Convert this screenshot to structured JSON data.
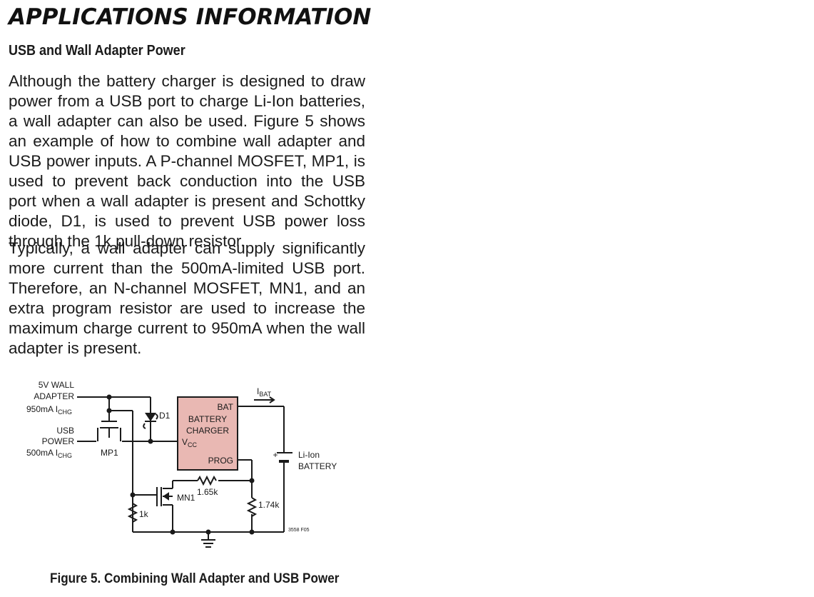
{
  "section_heading": "APPLICATIONS INFORMATION",
  "subheading": "USB and Wall Adapter Power",
  "paragraphs": [
    "Although the battery charger is designed to draw power from a USB port to charge Li-Ion batteries, a wall adapter can also be used. Figure 5 shows an example of how to combine wall adapter and USB power inputs. A P-channel MOSFET, MP1, is used to prevent back conduction into the USB port when a wall adapter is present and Schottky diode, D1, is used to prevent USB power loss through the 1k pull-down resistor.",
    "Typically, a wall adapter can supply significantly more current than the 500mA-limited USB port. Therefore, an N-channel MOSFET, MN1, and an extra program resistor are used to increase the maximum charge current to 950mA when the wall adapter is present."
  ],
  "figure": {
    "wall_label_1": "5V WALL",
    "wall_label_2": "ADAPTER",
    "wall_current": "950mA I",
    "wall_current_sub": "CHG",
    "usb_label_1": "USB",
    "usb_label_2": "POWER",
    "usb_current": "500mA I",
    "usb_current_sub": "CHG",
    "mp1": "MP1",
    "d1": "D1",
    "chip_line_1": "BATTERY",
    "chip_line_2": "CHARGER",
    "pin_bat": "BAT",
    "pin_vcc": "V",
    "pin_vcc_sub": "CC",
    "pin_prog": "PROG",
    "ibat": "I",
    "ibat_sub": "BAT",
    "battery_plus": "+",
    "battery_label_1": "Li-Ion",
    "battery_label_2": "BATTERY",
    "mn1": "MN1",
    "r_1k65": "1.65k",
    "r_1k74": "1.74k",
    "r_1k": "1k",
    "code": "3558 F05",
    "chip_fill": "#e9b8b3"
  },
  "caption": "Figure 5. Combining Wall Adapter and USB Power"
}
